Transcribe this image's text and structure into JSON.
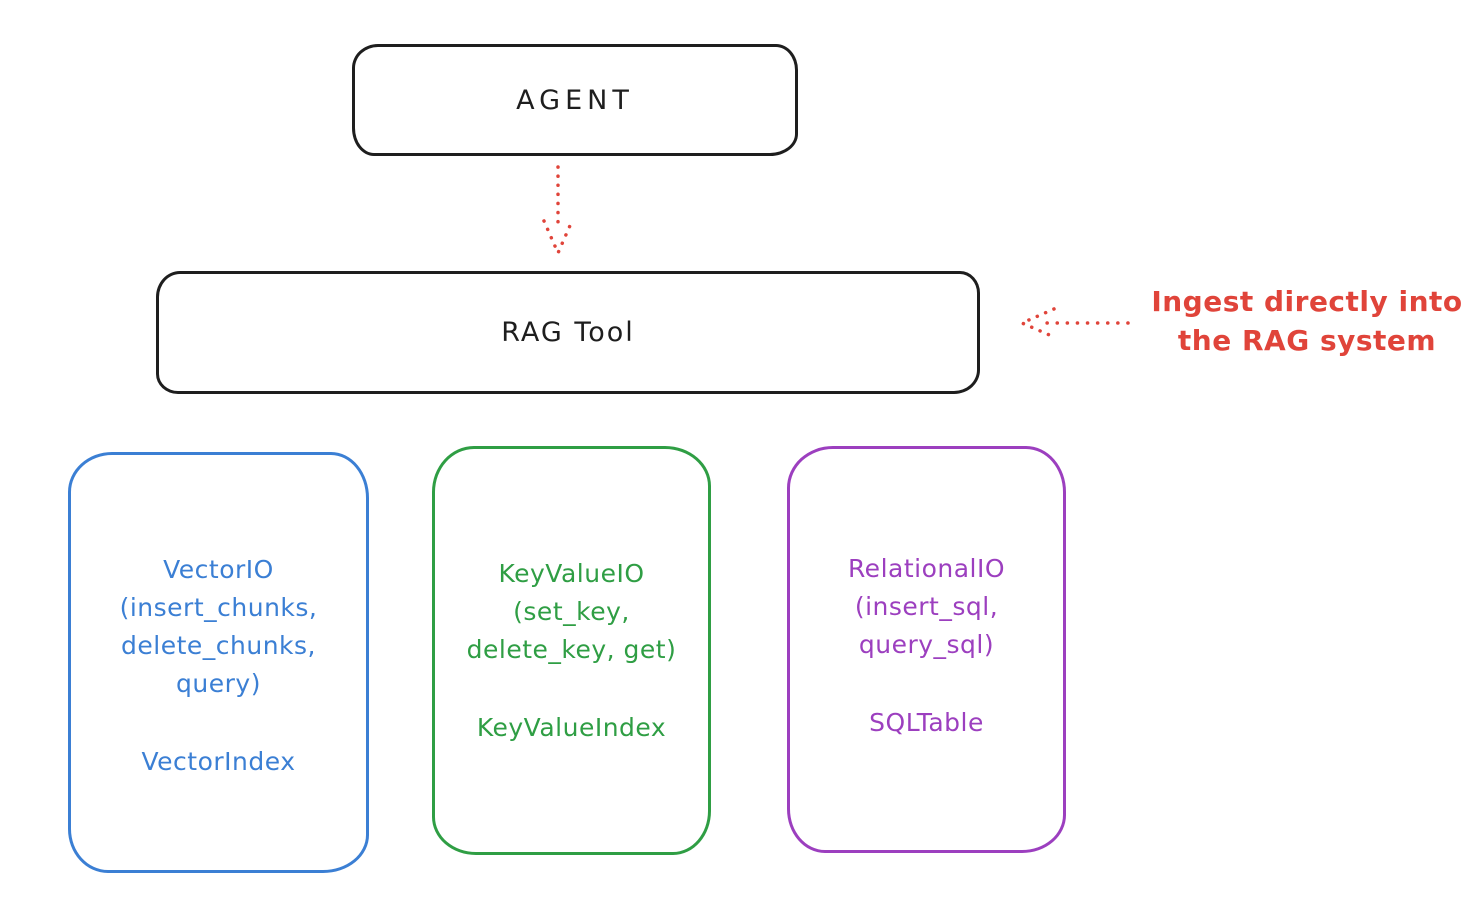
{
  "nodes": {
    "agent": {
      "label": "AGENT"
    },
    "rag_tool": {
      "label": "RAG Tool"
    }
  },
  "annotation": {
    "line1": "Ingest directly into",
    "line2": "the RAG system"
  },
  "arrows": [
    {
      "name": "agent-to-rag-tool",
      "style": "dotted",
      "direction": "down",
      "color": "#e0443a"
    },
    {
      "name": "annotation-to-rag-tool",
      "style": "dotted",
      "direction": "left",
      "color": "#e0443a"
    }
  ],
  "backends": [
    {
      "title": "VectorIO",
      "params": [
        "(insert_chunks,",
        "delete_chunks,",
        "query)"
      ],
      "index": "VectorIndex",
      "color": "#3b7fd4"
    },
    {
      "title": "KeyValueIO",
      "params": [
        "(set_key,",
        "delete_key, get)"
      ],
      "index": "KeyValueIndex",
      "color": "#2f9e44"
    },
    {
      "title": "RelationalIO",
      "params": [
        "(insert_sql,",
        "query_sql)"
      ],
      "index": "SQLTable",
      "color": "#9c3fbf"
    }
  ],
  "colors": {
    "outline": "#1e1e1e",
    "background": "#ffffff",
    "accent_red": "#e0443a"
  }
}
